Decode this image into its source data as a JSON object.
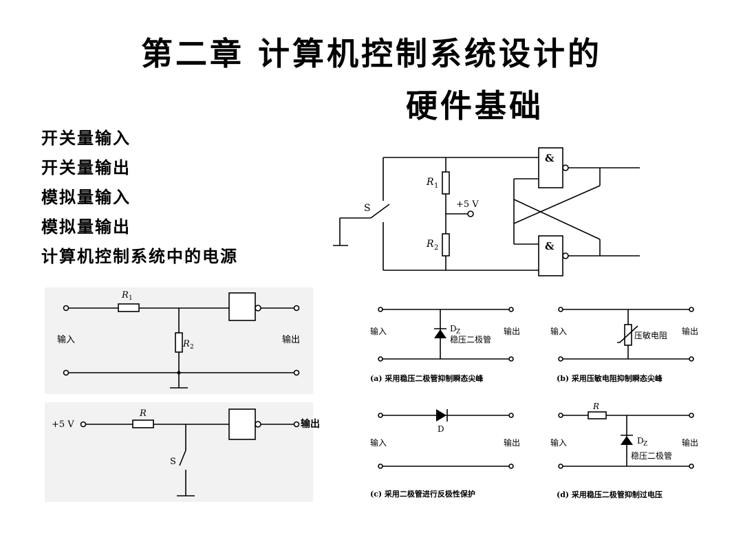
{
  "slide": {
    "title_line1": "第二章 计算机控制系统设计的",
    "title_line2": "硬件基础"
  },
  "topics": [
    "开关量输入",
    "开关量输出",
    "模拟量输入",
    "模拟量输出",
    "计算机控制系统中的电源"
  ],
  "debounce_circuit": {
    "switch_label": "S",
    "r1_label": "R",
    "r1_sub": "1",
    "r2_label": "R",
    "r2_sub": "2",
    "supply_label": "+5 V",
    "gate_top_symbol": "&",
    "gate_bottom_symbol": "&"
  },
  "rc_filter_circuit": {
    "r1_label": "R",
    "r1_sub": "1",
    "r2_label": "R",
    "r2_sub": "2",
    "input_label": "输入",
    "output_label": "输出"
  },
  "switch_input_circuit": {
    "supply_label": "+5 V",
    "r_label": "R",
    "switch_label": "S",
    "output_label": "输出"
  },
  "protection_a": {
    "input_label": "输入",
    "output_label": "输出",
    "component_label": "D",
    "component_sub": "Z",
    "component_name": "稳压二极管",
    "caption": "(a) 采用稳压二极管抑制瞬态尖峰"
  },
  "protection_b": {
    "input_label": "输入",
    "output_label": "输出",
    "component_name": "压敏电阻",
    "caption": "(b) 采用压敏电阻抑制瞬态尖峰"
  },
  "protection_c": {
    "input_label": "输入",
    "output_label": "输出",
    "component_label": "D",
    "caption": "(c) 采用二极管进行反极性保护"
  },
  "protection_d": {
    "r_label": "R",
    "input_label": "输入",
    "output_label": "输出",
    "component_label": "D",
    "component_sub": "Z",
    "component_name": "稳压二极管",
    "caption": "(d) 采用稳压二极管抑制过电压"
  }
}
